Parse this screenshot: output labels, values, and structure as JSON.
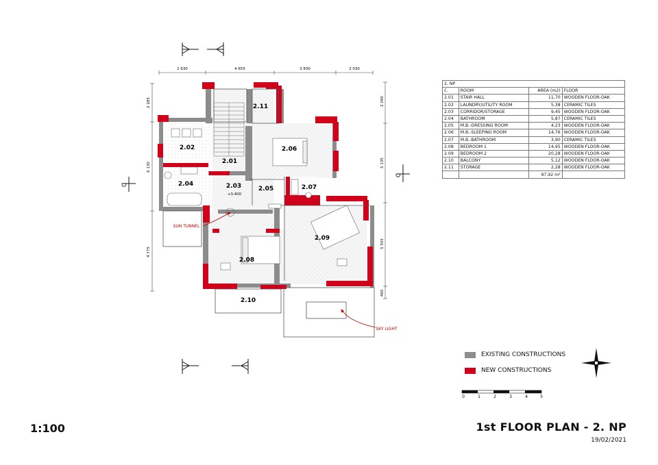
{
  "colors": {
    "existing": "#8c8c8c",
    "new": "#d0021b",
    "dim_line": "#444444",
    "floor_tile": "#eeeeee",
    "annotation": "#c00000"
  },
  "dimensions": {
    "top": [
      "2 630",
      "4 655",
      "3 830",
      "2 030"
    ],
    "left": [
      "2 285",
      "6 130",
      "4 775"
    ],
    "right": [
      "2 090",
      "5 135",
      "5 505",
      "460"
    ]
  },
  "section_marks": {
    "vertical": "C",
    "horizontal": "C"
  },
  "level_mark": "+3.400",
  "annotations": {
    "sun_tunnel": "SUN TUNNEL",
    "sky_light": "SKY LIGHT"
  },
  "room_labels": [
    "2.01",
    "2.02",
    "2.03",
    "2.04",
    "2.05",
    "2.06",
    "2.07",
    "2.08",
    "2.09",
    "2.10",
    "2.11"
  ],
  "room_table": {
    "title": "2. NP",
    "headers": [
      "č.",
      "ROOM",
      "AREA (m2)",
      "FLOOR"
    ],
    "rows": [
      [
        "2.01",
        "STAIR HALL",
        "11,70",
        "WOODEN FLOOR-OAK"
      ],
      [
        "2.02",
        "LAUNDRY/UTILITY ROOM",
        "5,38",
        "CERAMIC TILES"
      ],
      [
        "2.03",
        "CORRIDOR/STORAGE",
        "9,45",
        "WOODEN FLOOR-OAK"
      ],
      [
        "2.04",
        "BATHROOM",
        "5,87",
        "CERAMIC TILES"
      ],
      [
        "2.05",
        "M.B.-DRESSING ROOM",
        "4,23",
        "WOODEN FLOOR-OAK"
      ],
      [
        "2.06",
        "M.B.-SLEEPING ROOM",
        "14,76",
        "WOODEN FLOOR-OAK"
      ],
      [
        "2.07",
        "M.B.-BATHROOM",
        "3,90",
        "CERAMIC TILES"
      ],
      [
        "2.08",
        "BEDROOM 1",
        "14,95",
        "WOODEN FLOOR-OAK"
      ],
      [
        "2.09",
        "BEDROOM 2",
        "20,28",
        "WOODEN FLOOR-OAK"
      ],
      [
        "2.10",
        "BALCONY",
        "5,12",
        "WOODEN FLOOR-OAK"
      ],
      [
        "2.11",
        "STORAGE",
        "2,28",
        "WOODEN FLOOR-OAK"
      ]
    ],
    "total": "97,92 m²"
  },
  "legend": {
    "existing": "EXISTING CONSTRUCTIONS",
    "new": "NEW CONSTRUCTIONS"
  },
  "scale_bar": [
    "0",
    "1",
    "2",
    "3",
    "4",
    "5"
  ],
  "drawing_scale": "1:100",
  "title": "1st FLOOR PLAN - 2. NP",
  "date": "19/02/2021"
}
